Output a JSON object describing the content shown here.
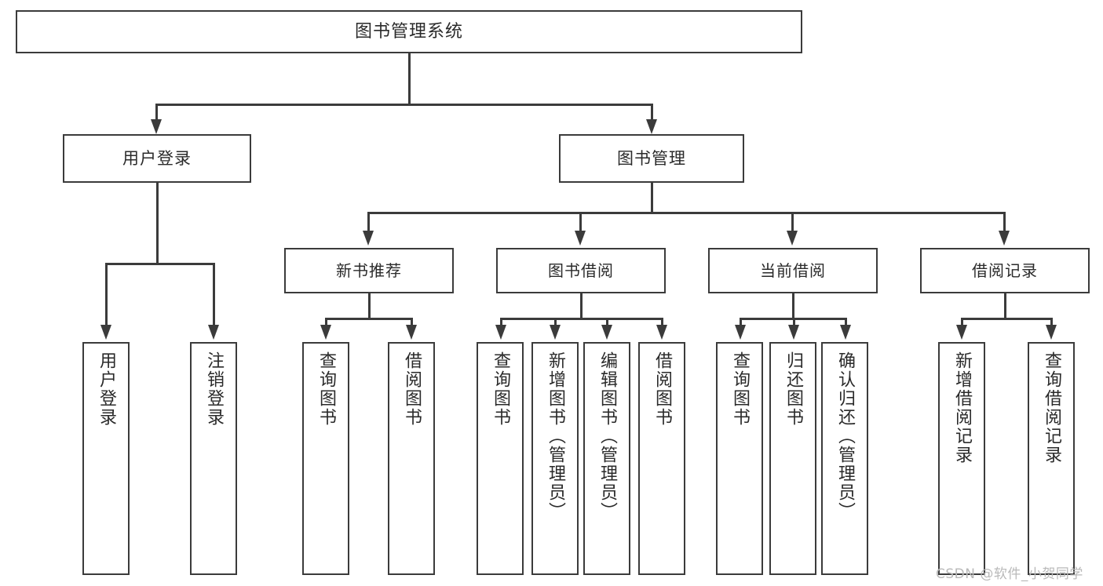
{
  "diagram": {
    "title": "图书管理系统",
    "type": "tree-hierarchy-diagram",
    "colors": {
      "stroke": "#3b3b3b",
      "fill": "#ffffff",
      "text": "#2a2a2a",
      "watermark": "#b9b9b9"
    },
    "root": {
      "label": "图书管理系统"
    },
    "level1": [
      {
        "label": "用户登录"
      },
      {
        "label": "图书管理"
      }
    ],
    "level2": [
      {
        "label": "新书推荐"
      },
      {
        "label": "图书借阅"
      },
      {
        "label": "当前借阅"
      },
      {
        "label": "借阅记录"
      }
    ],
    "leaves": {
      "user_login": [
        {
          "label": "用户登录"
        },
        {
          "label": "注销登录"
        }
      ],
      "new_book_recommend": [
        {
          "label": "查询图书"
        },
        {
          "label": "借阅图书"
        }
      ],
      "book_borrow": [
        {
          "label": "查询图书"
        },
        {
          "label": "新增图书（管理员）"
        },
        {
          "label": "编辑图书（管理员）"
        },
        {
          "label": "借阅图书"
        }
      ],
      "current_borrow": [
        {
          "label": "查询图书"
        },
        {
          "label": "归还图书"
        },
        {
          "label": "确认归还（管理员）"
        }
      ],
      "borrow_record": [
        {
          "label": "新增借阅记录"
        },
        {
          "label": "查询借阅记录"
        }
      ]
    },
    "watermark": "CSDN @软件_小贺同学"
  }
}
